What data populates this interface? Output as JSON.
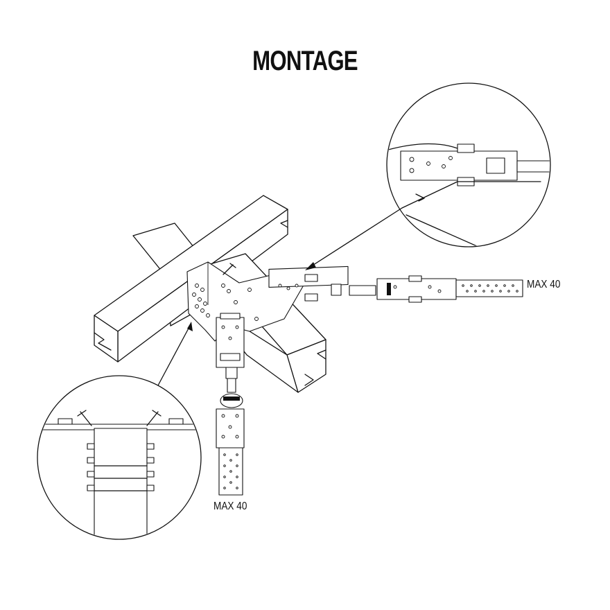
{
  "diagram": {
    "title": "MONTAGE",
    "labels": {
      "right_strap": "MAX 40",
      "bottom_strap": "MAX 40"
    }
  }
}
